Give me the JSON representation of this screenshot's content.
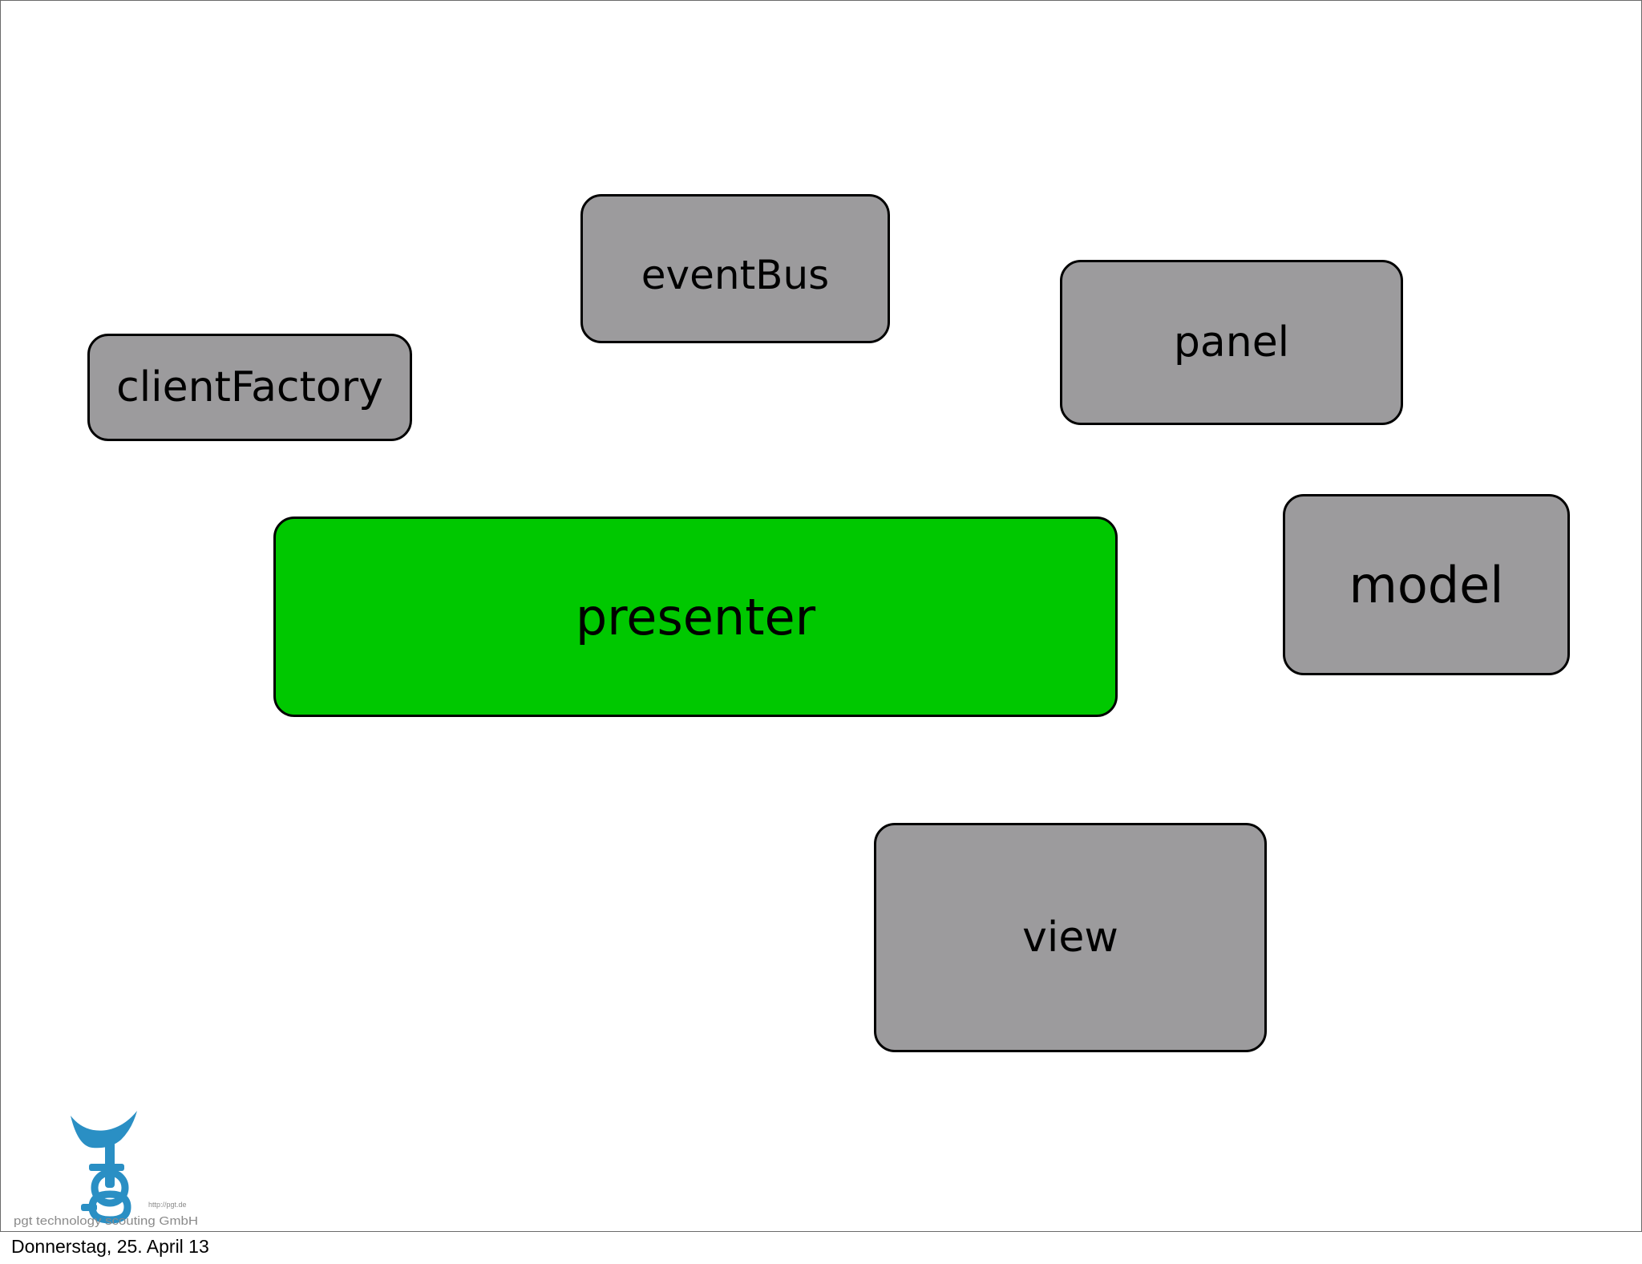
{
  "diagram": {
    "boxes": {
      "eventbus": "eventBus",
      "clientfactory": "clientFactory",
      "panel": "panel",
      "presenter": "presenter",
      "model": "model",
      "view": "view"
    },
    "colors": {
      "box_fill": "#9c9b9d",
      "presenter_fill": "#00c800",
      "border": "#000000"
    }
  },
  "logo": {
    "url": "http://pgt.de",
    "company": "pgt technology scouting GmbH",
    "color": "#2a8fc4"
  },
  "footer": {
    "date": "Donnerstag, 25. April 13"
  }
}
